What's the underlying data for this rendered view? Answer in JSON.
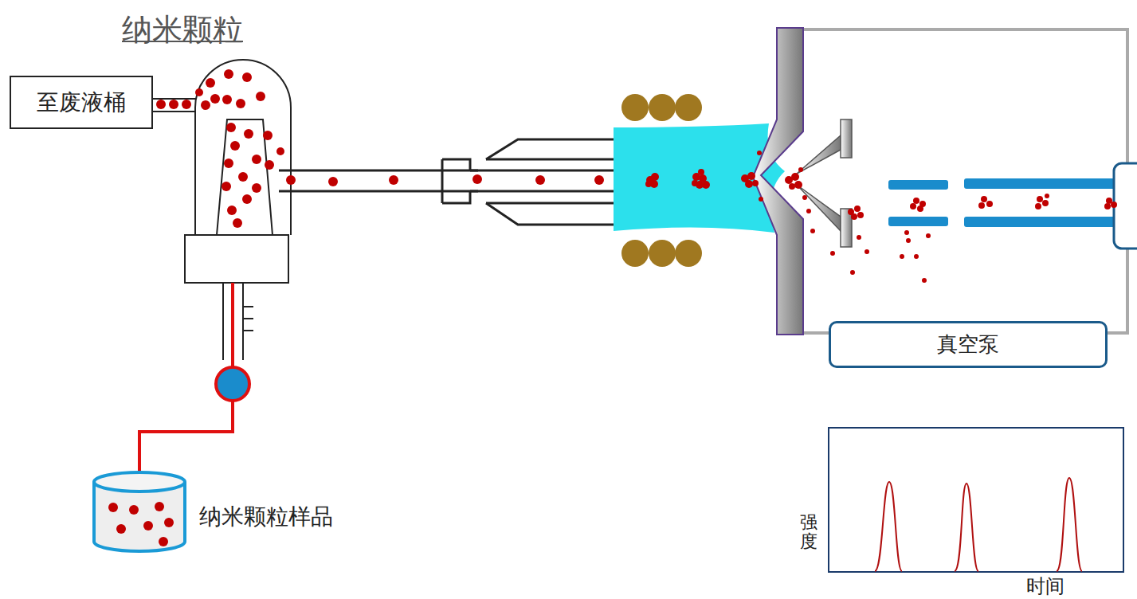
{
  "diagram": {
    "title": "纳米颗粒",
    "nodes": [
      {
        "text": [
          "至废液桶"
        ]
      },
      {
        "text": [
          "真空泵"
        ]
      }
    ],
    "labels": [
      "纳米颗粒样品",
      "强度",
      "时间"
    ]
  }
}
